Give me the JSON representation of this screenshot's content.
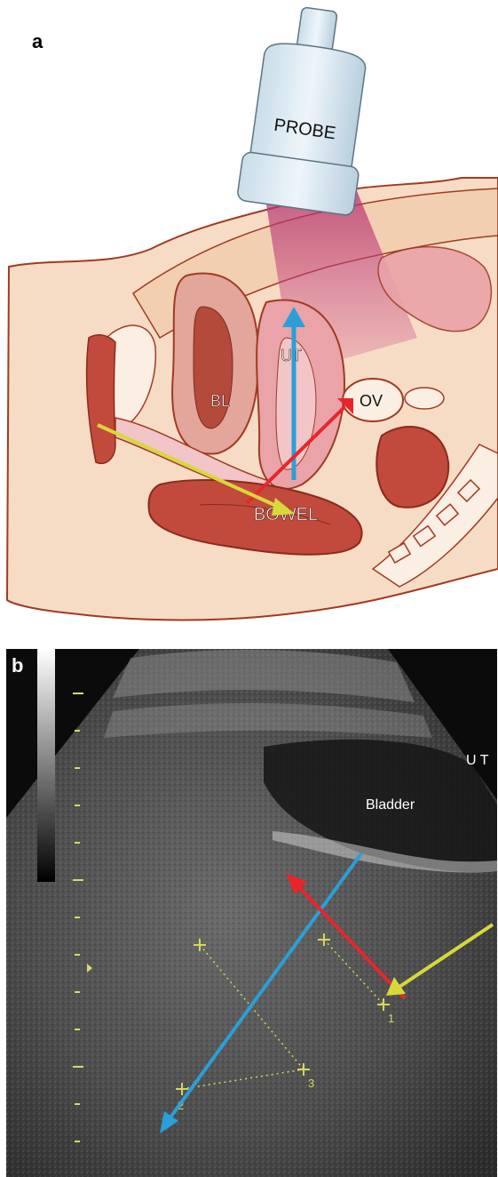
{
  "panel_a": {
    "letter": "a",
    "labels": {
      "probe": "PROBE",
      "bladder": "BL",
      "uterus": "UT",
      "ovary": "OV",
      "bowel": "BOWEL"
    }
  },
  "panel_b": {
    "letter": "b",
    "labels": {
      "uterus": "U T",
      "bladder": "Bladder"
    },
    "caliper_numbers": [
      "1",
      "2",
      "3"
    ]
  },
  "colors": {
    "blue_arrow": "#2a9fd8",
    "red_arrow": "#e8262a",
    "yellow_arrow": "#d8d83a",
    "caliper": "#d6d65a",
    "outline": "#a13a22",
    "tissue": "#f6dcc4",
    "beam": "#b2306e"
  }
}
